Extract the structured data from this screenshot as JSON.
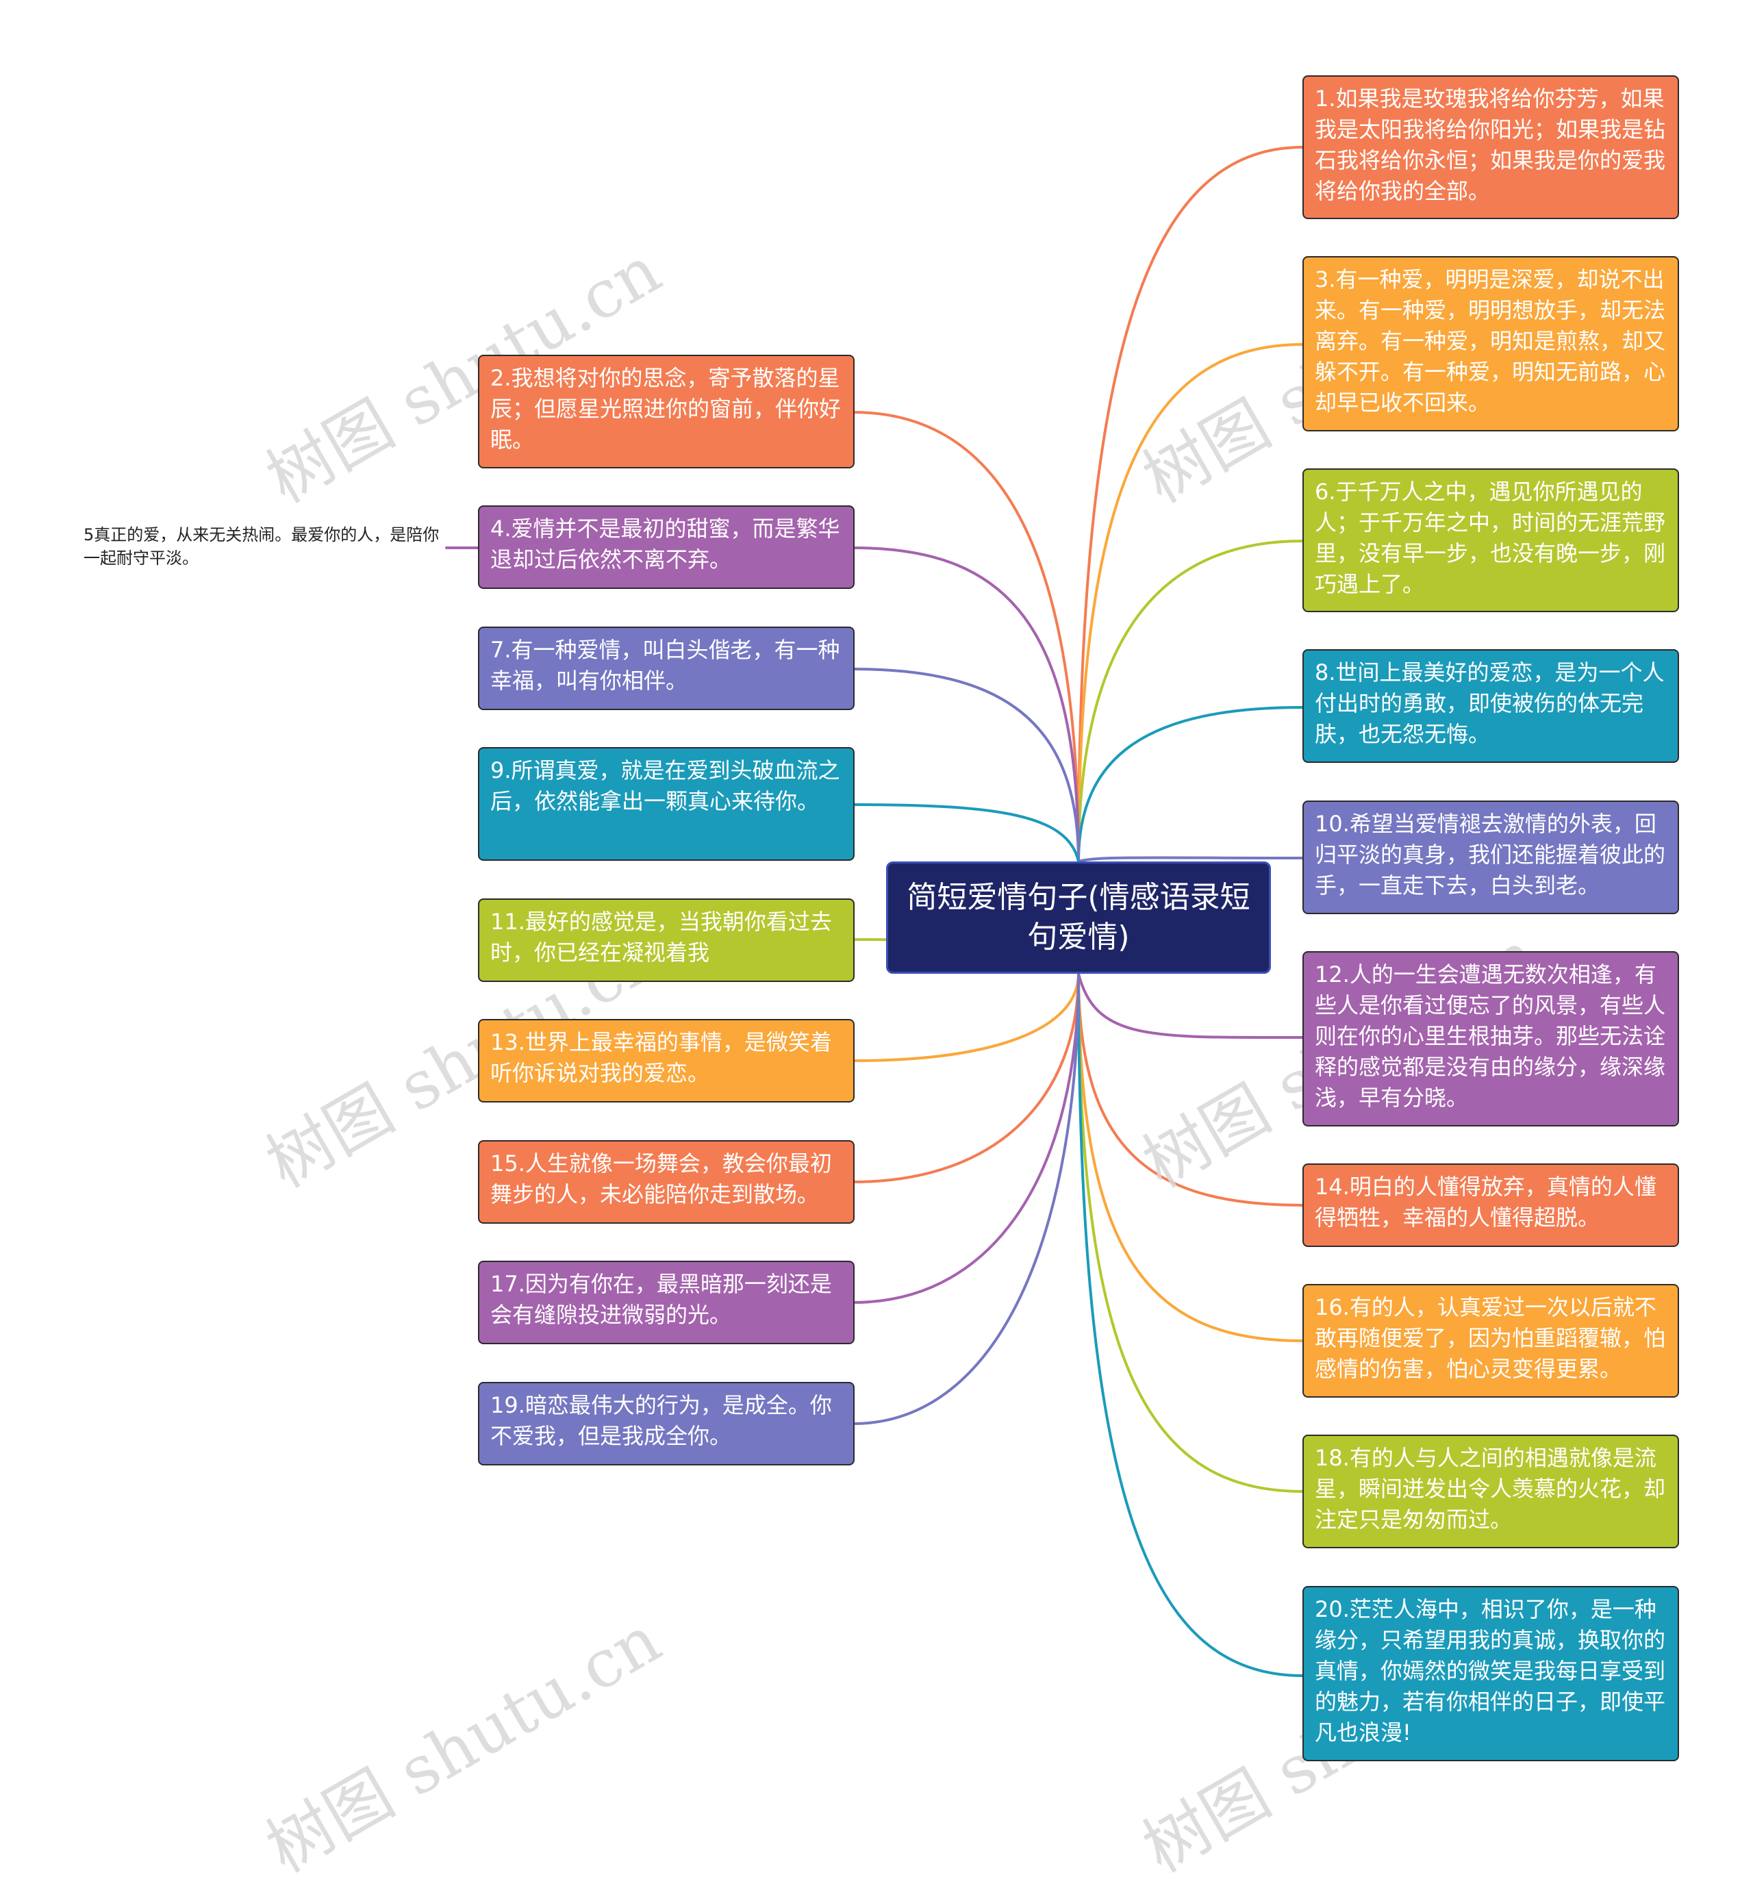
{
  "center": {
    "title": "简短爱情句子(情感语录短句爱情)"
  },
  "colors": {
    "orange": "#f47c52",
    "amber": "#fba73a",
    "lime": "#b4c72e",
    "teal": "#1b9bba",
    "blue": "#7577c2",
    "purple": "#a463ad",
    "center": "#1e2566"
  },
  "nodes": {
    "n1": "1.如果我是玫瑰我将给你芬芳，如果我是太阳我将给你阳光；如果我是钻石我将给你永恒；如果我是你的爱我将给你我的全部。",
    "n3": "3.有一种爱，明明是深爱，却说不出来。有一种爱，明明想放手，却无法离弃。有一种爱，明知是煎熬，却又躲不开。有一种爱，明知无前路，心却早已收不回来。",
    "n6": "6.于千万人之中，遇见你所遇见的人；于千万年之中，时间的无涯荒野里，没有早一步，也没有晚一步，刚巧遇上了。",
    "n8": "8.世间上最美好的爱恋，是为一个人付出时的勇敢，即使被伤的体无完肤，也无怨无悔。",
    "n10": "10.希望当爱情褪去激情的外表，回归平淡的真身，我们还能握着彼此的手，一直走下去，白头到老。",
    "n12": "12.人的一生会遭遇无数次相逢，有些人是你看过便忘了的风景，有些人则在你的心里生根抽芽。那些无法诠释的感觉都是没有由的缘分，缘深缘浅，早有分晓。",
    "n14": "14.明白的人懂得放弃，真情的人懂得牺牲，幸福的人懂得超脱。",
    "n16": "16.有的人，认真爱过一次以后就不敢再随便爱了，因为怕重蹈覆辙，怕感情的伤害，怕心灵变得更累。",
    "n18": "18.有的人与人之间的相遇就像是流星，瞬间迸发出令人羡慕的火花，却注定只是匆匆而过。",
    "n20": "20.茫茫人海中，相识了你，是一种缘分，只希望用我的真诚，换取你的真情，你嫣然的微笑是我每日享受到的魅力，若有你相伴的日子，即使平凡也浪漫!",
    "n2": "2.我想将对你的思念，寄予散落的星辰；但愿星光照进你的窗前，伴你好眠。",
    "n4": "4.爱情并不是最初的甜蜜，而是繁华退却过后依然不离不弃。",
    "n5": "5真正的爱，从来无关热闹。最爱你的人，是陪你一起耐守平淡。",
    "n7": "7.有一种爱情，叫白头偕老，有一种幸福，叫有你相伴。",
    "n9": "9.所谓真爱，就是在爱到头破血流之后，依然能拿出一颗真心来待你。",
    "n11": "11.最好的感觉是，当我朝你看过去时，你已经在凝视着我",
    "n13": "13.世界上最幸福的事情，是微笑着听你诉说对我的爱恋。",
    "n15": "15.人生就像一场舞会，教会你最初舞步的人，未必能陪你走到散场。",
    "n17": "17.因为有你在，最黑暗那一刻还是会有缝隙投进微弱的光。",
    "n19": "19.暗恋最伟大的行为，是成全。你不爱我，但是我成全你。"
  },
  "watermark": "树图 shutu.cn"
}
